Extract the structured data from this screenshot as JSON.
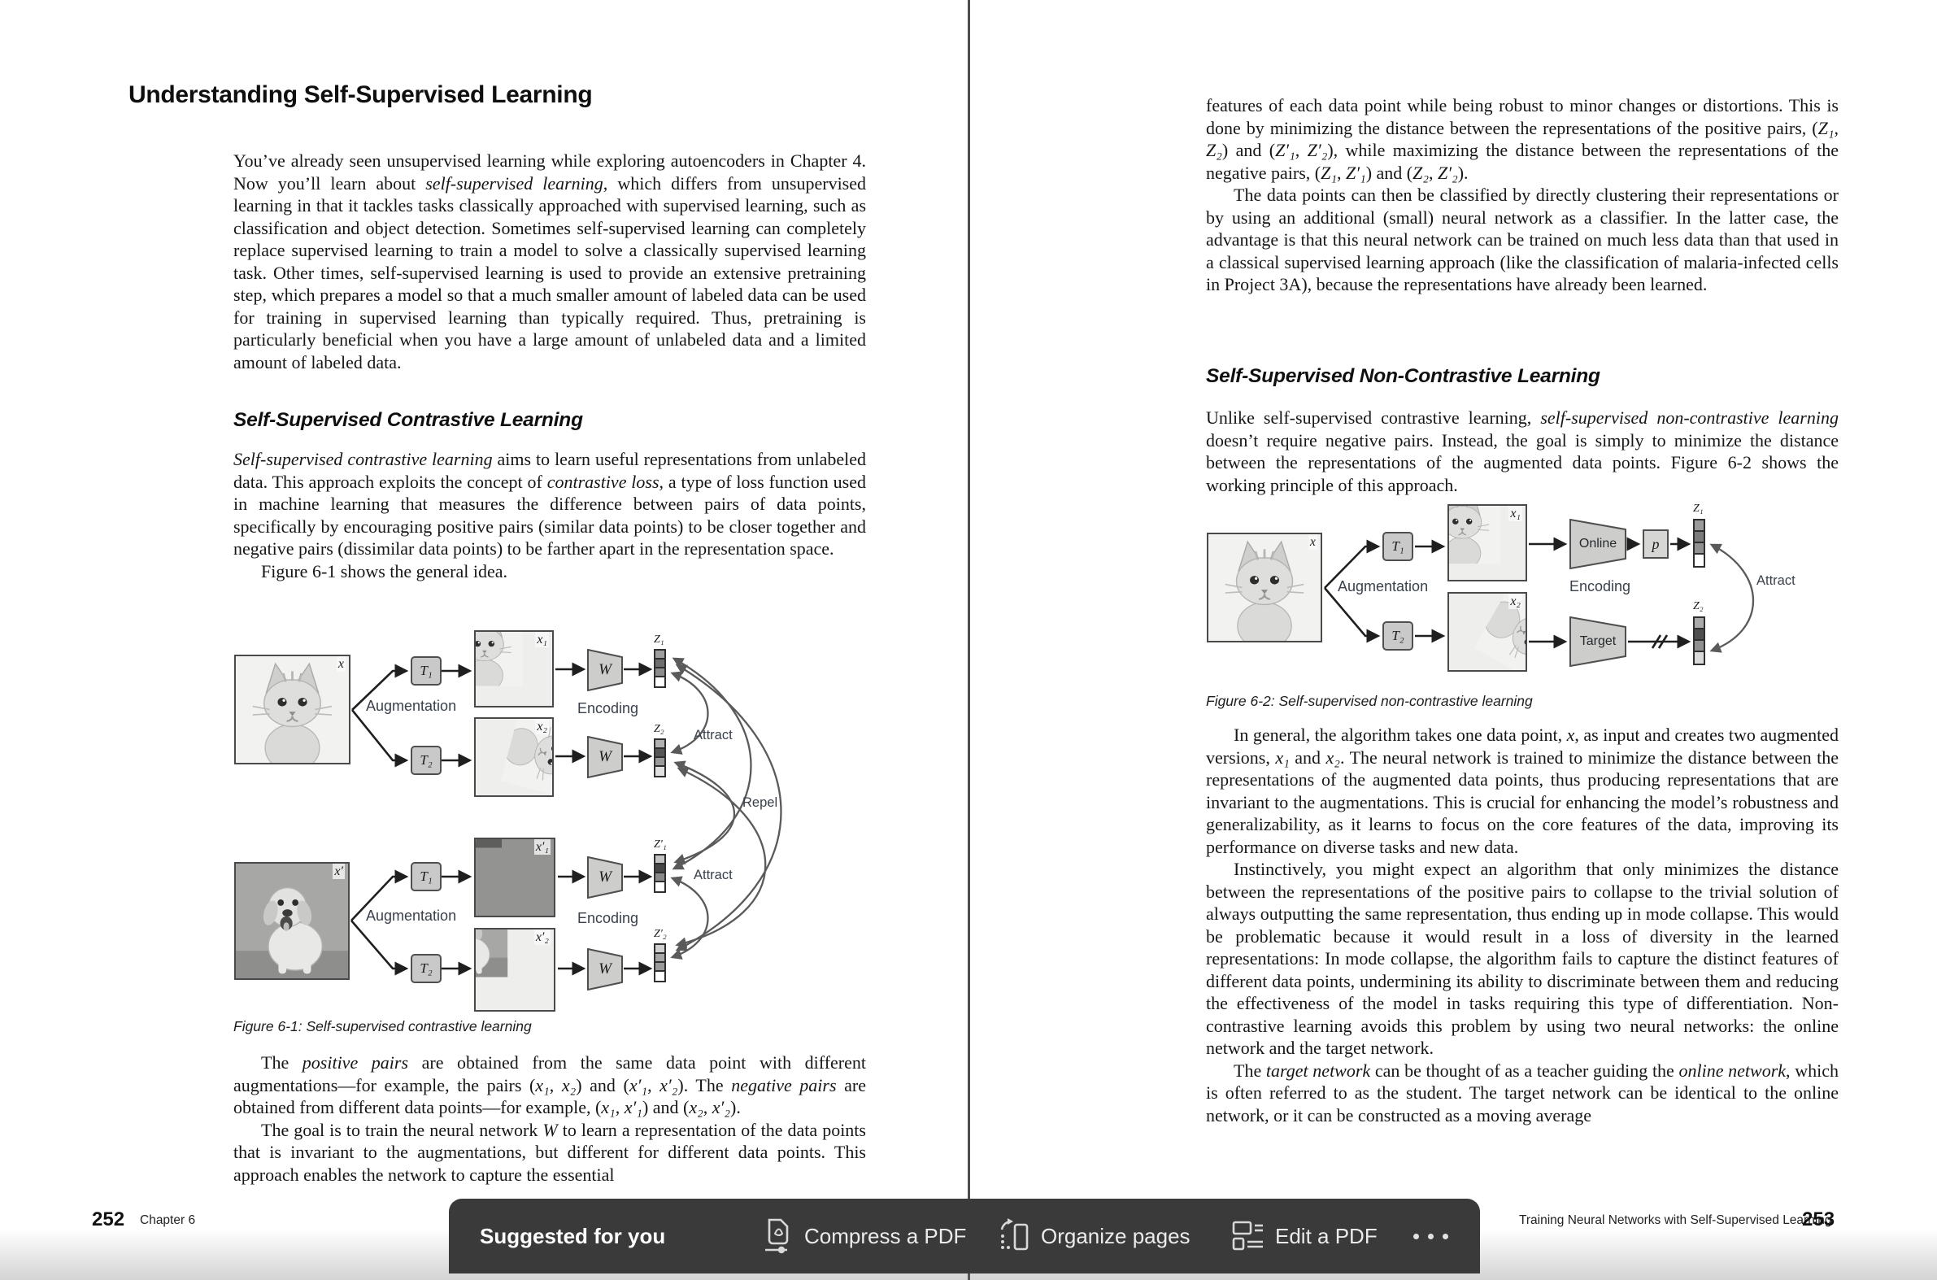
{
  "book": {
    "left_page": {
      "title": "Understanding Self-Supervised Learning",
      "intro": [
        "You’ve already seen unsupervised learning while exploring autoencoders in Chapter 4. Now you’ll learn about ",
        {
          "i": "self-supervised learning"
        },
        ", which differs from unsupervised learning in that it tackles tasks classically approached with supervised learning, such as classification and object detection. Sometimes self-supervised learning can completely replace supervised learning to train a model to solve a classically supervised learning task. Other times, self-supervised learning is used to provide an extensive pretraining step, which prepares a model so that a much smaller amount of labeled data can be used for training in supervised learning than typically required. Thus, pretraining is particularly beneficial when you have a large amount of unlabeled data and a limited amount of labeled data."
      ],
      "section_heading": "Self-Supervised Contrastive Learning",
      "contrastive_p1": [
        {
          "i": "Self-supervised contrastive learning"
        },
        " aims to learn useful representations from unlabeled data. This approach exploits the concept of ",
        {
          "i": "contrastive loss"
        },
        ", a type of loss function used in machine learning that measures the difference between pairs of data points, specifically by encouraging positive pairs (similar data points) to be closer together and negative pairs (dissimilar data points) to be farther apart in the representation space."
      ],
      "contrastive_p2": "Figure 6-1 shows the general idea.",
      "pairs_p": [
        "The ",
        {
          "i": "positive pairs"
        },
        " are obtained from the same data point with different augmentations—for example, the pairs (",
        {
          "i": "x₁"
        },
        ", ",
        {
          "i": "x₂"
        },
        ") and (",
        {
          "i": "x′₁"
        },
        ", ",
        {
          "i": "x′₂"
        },
        "). The ",
        {
          "i": "negative pairs"
        },
        " are obtained from different data points—for example, (",
        {
          "i": "x₁"
        },
        ", ",
        {
          "i": "x′₁"
        },
        ") and (",
        {
          "i": "x₂"
        },
        ", ",
        {
          "i": "x′₂"
        },
        ")."
      ],
      "goal_p": [
        "The goal is to train the neural network ",
        {
          "i": "W"
        },
        " to learn a representation of the data points that is invariant to the augmentations, but different for different data points. This approach enables the network to capture the essential"
      ],
      "footer": {
        "page_number": "252",
        "running_foot": "Chapter 6"
      }
    },
    "right_page": {
      "continuation_p": [
        "features of each data point while being robust to minor changes or distortions. This is done by minimizing the distance between the representations of the positive pairs, (",
        {
          "i": "Z₁"
        },
        ", ",
        {
          "i": "Z₂"
        },
        ") and (",
        {
          "i": "Z′₁"
        },
        ", ",
        {
          "i": "Z′₂"
        },
        "), while maximizing the distance between the representations of the negative pairs, (",
        {
          "i": "Z₁"
        },
        ", ",
        {
          "i": "Z′₁"
        },
        ") and (",
        {
          "i": "Z₂"
        },
        ", ",
        {
          "i": "Z′₂"
        },
        ")."
      ],
      "classify_p": [
        "The data points can then be classified by directly clustering their representations or by using an additional (small) neural network as a classifier. In the latter case, the advantage is that this neural network can be trained on much less data than that used in a classical supervised learning approach (like the classification of malaria-infected cells in Project 3A), because the representations have already been learned."
      ],
      "section_heading": "Self-Supervised Non-Contrastive Learning",
      "noncontrastive_p": [
        "Unlike self-supervised contrastive learning, ",
        {
          "i": "self-supervised non-contrastive learning"
        },
        " doesn’t require negative pairs. Instead, the goal is simply to minimize the distance between the representations of the augmented data points. Figure 6-2 shows the working principle of this approach."
      ],
      "general_p": [
        "In general, the algorithm takes one data point, ",
        {
          "i": "x"
        },
        ", as input and creates two augmented versions, ",
        {
          "i": "x₁"
        },
        " and ",
        {
          "i": "x₂"
        },
        ". The neural network is trained to minimize the distance between the representations of the augmented data points, thus producing representations that are invariant to the augmentations. This is crucial for enhancing the model’s robustness and generalizability, as it learns to focus on the core features of the data, improving its performance on diverse tasks and new data."
      ],
      "instinct_p": [
        "Instinctively, you might expect an algorithm that only minimizes the distance between the representations of the positive pairs to collapse to the trivial solution of always outputting the same representation, thus ending up in mode collapse. This would be problematic because it would result in a loss of diversity in the learned representations: In mode collapse, the algorithm fails to capture the distinct features of different data points, undermining its ability to discriminate between them and reducing the effectiveness of the model in tasks requiring this type of differentiation. Non-contrastive learning avoids this problem by using two neural networks: the online network and the target network."
      ],
      "target_p": [
        "The ",
        {
          "i": "target network"
        },
        " can be thought of as a teacher guiding the ",
        {
          "i": "online network"
        },
        ", which is often referred to as the student. The target network can be identical to the online network, or it can be constructed as a moving average"
      ],
      "footer": {
        "running_foot": "Training Neural Networks with Self-Supervised Learning",
        "page_number": "253"
      }
    }
  },
  "figures": {
    "figure1": {
      "caption": "Figure 6-1: Self-supervised contrastive learning",
      "labels": {
        "augmentation": "Augmentation",
        "encoding": "Encoding",
        "attract": "Attract",
        "repel": "Repel"
      },
      "transform1": "T₁",
      "transform2": "T₂",
      "encoder": "W",
      "row1": {
        "input": "x",
        "aug1": "x₁",
        "aug2": "x₂",
        "z1": "Z₁",
        "z2": "Z₂"
      },
      "row2": {
        "input": "x′",
        "aug1": "x′₁",
        "aug2": "x′₂",
        "z1": "Z′₁",
        "z2": "Z′₂"
      },
      "z_shades": {
        "z1": [
          "#9e9e9e",
          "#6e6e6e",
          "#8c8c8c",
          "#ffffff"
        ],
        "z2": [
          "#b2b2b2",
          "#565656",
          "#9a9a9a",
          "#e0e0e0"
        ],
        "z1p": [
          "#c2c2c2",
          "#464646",
          "#8a8a8a",
          "#ffffff"
        ],
        "z2p": [
          "#d0d0d0",
          "#a6a6a6",
          "#9a9a9a",
          "#ffffff"
        ]
      }
    },
    "figure2": {
      "caption": "Figure 6-2: Self-supervised non-contrastive learning",
      "labels": {
        "augmentation": "Augmentation",
        "encoding": "Encoding",
        "attract": "Attract"
      },
      "transform1": "T₁",
      "transform2": "T₂",
      "input": "x",
      "aug1": "x₁",
      "aug2": "x₂",
      "online": "Online",
      "target": "Target",
      "predictor": "p",
      "z1": "Z₁",
      "z2": "Z₂",
      "z_shades": {
        "z1": [
          "#9a9a9a",
          "#7b7b7b",
          "#909090",
          "#ffffff"
        ],
        "z2": [
          "#aaaaaa",
          "#4f4f4f",
          "#8f8f8f",
          "#d9d9d9"
        ]
      }
    }
  },
  "toolbar": {
    "suggested_label": "Suggested for you",
    "actions": [
      {
        "label": "Compress a PDF",
        "icon": "compress-pdf-icon"
      },
      {
        "label": "Organize pages",
        "icon": "organize-pages-icon"
      },
      {
        "label": "Edit a PDF",
        "icon": "edit-pdf-icon"
      }
    ],
    "more_icon": "more-tools-icon",
    "colors": {
      "bar_bg": "#3a3a3a",
      "text": "#ececec"
    }
  }
}
